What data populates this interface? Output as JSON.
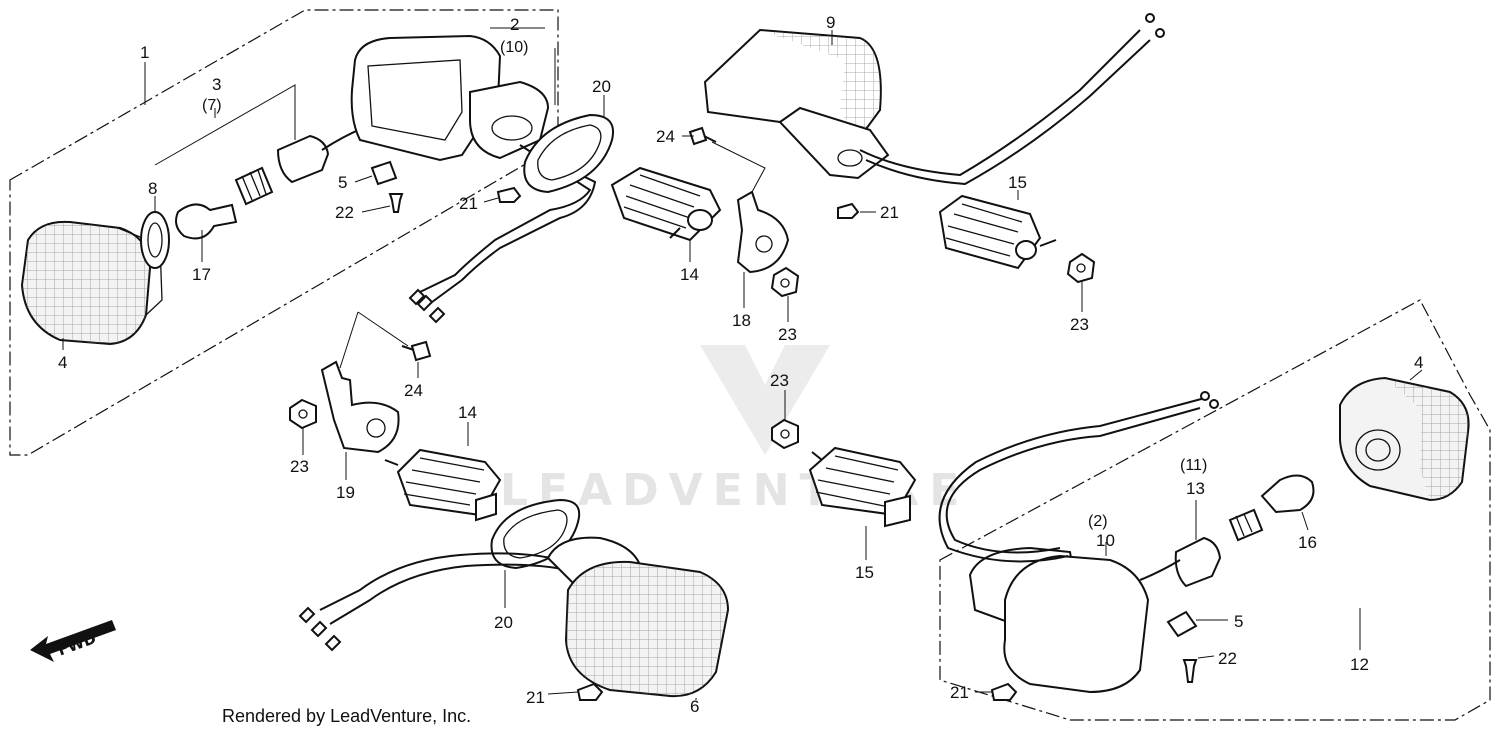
{
  "diagram": {
    "part_labels": {
      "p1": "1",
      "p2": "2",
      "p2sub": "(10)",
      "p3": "3",
      "p3sub": "(7)",
      "p4a": "4",
      "p4b": "4",
      "p5a": "5",
      "p5b": "5",
      "p6": "6",
      "p8": "8",
      "p9": "9",
      "p10": "10",
      "p10sub": "(2)",
      "p12": "12",
      "p13": "13",
      "p13sub": "(11)",
      "p14a": "14",
      "p14b": "14",
      "p15a": "15",
      "p15b": "15",
      "p16": "16",
      "p17": "17",
      "p18": "18",
      "p19": "19",
      "p20a": "20",
      "p20b": "20",
      "p21a": "21",
      "p21b": "21",
      "p21c": "21",
      "p21d": "21",
      "p22a": "22",
      "p22b": "22",
      "p23a": "23",
      "p23b": "23",
      "p23c": "23",
      "p23d": "23",
      "p24a": "24",
      "p24b": "24"
    },
    "fwd_label": "FWD",
    "watermark": "LEADVENTURE",
    "footer": "Rendered by LeadVenture, Inc."
  }
}
